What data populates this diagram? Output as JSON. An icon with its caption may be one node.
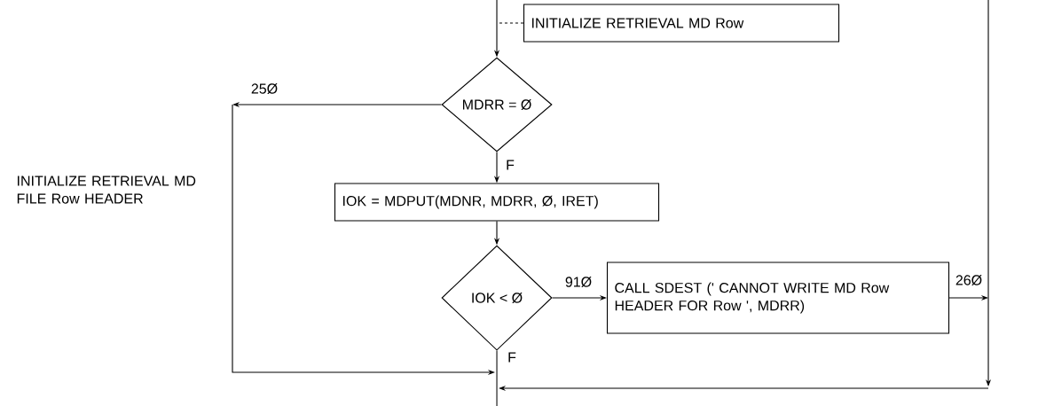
{
  "diagram": {
    "nodes": [
      {
        "text": [
          "INITIALIZE RETRIEVAL MD Row"
        ]
      },
      {
        "text": [
          "MDRR = Ø"
        ]
      },
      {
        "text": [
          "IOK = MDPUT(MDNR, MDRR, Ø, IRET)"
        ]
      },
      {
        "text": [
          "IOK < Ø"
        ]
      },
      {
        "text": [
          "CALL SDEST (' CANNOT WRITE MD Row HEADER FOR Row ', MDRR)"
        ]
      }
    ],
    "edges": [
      {
        "from": null,
        "to": 1,
        "arrow": "to"
      },
      {
        "from": 0,
        "to": null,
        "arrow": "none",
        "style": "dashed"
      },
      {
        "from": 1,
        "to": null,
        "arrow": "to",
        "label": "25Ø"
      },
      {
        "from": 1,
        "to": 2,
        "arrow": "to",
        "label": "F"
      },
      {
        "from": 2,
        "to": 3,
        "arrow": "to"
      },
      {
        "from": 3,
        "to": 4,
        "arrow": "to",
        "label": "91Ø"
      },
      {
        "from": 4,
        "to": null,
        "arrow": "to",
        "label": "26Ø"
      },
      {
        "from": 3,
        "to": null,
        "arrow": "none",
        "label": "F"
      }
    ],
    "labels": [
      "INITIALIZE RETRIEVAL MD FILE Row HEADER"
    ]
  }
}
